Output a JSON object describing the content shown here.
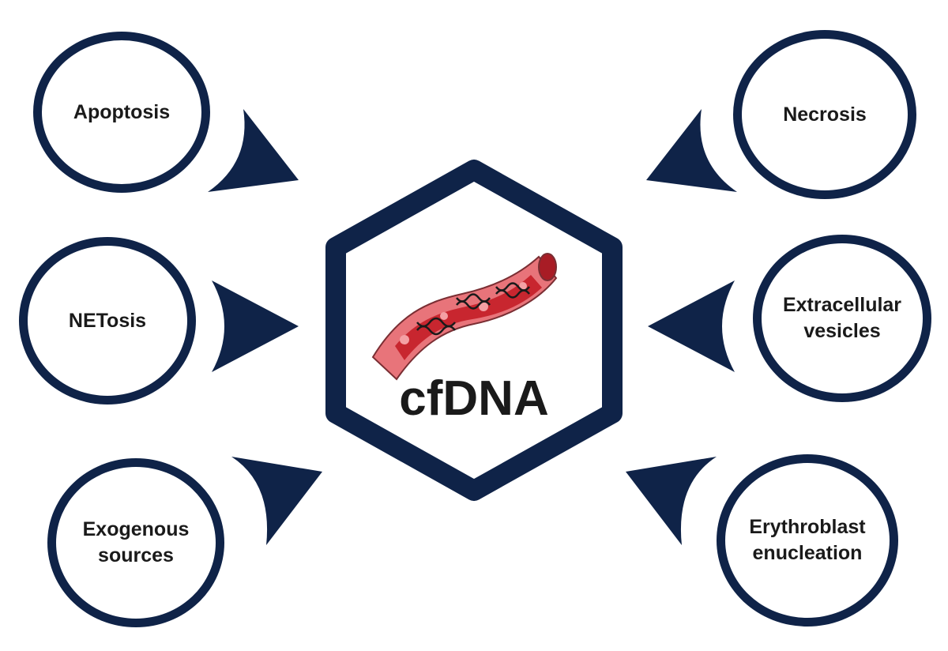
{
  "center": {
    "label": "cfDNA"
  },
  "sources": {
    "apoptosis": "Apoptosis",
    "necrosis": "Necrosis",
    "netosis": "NETosis",
    "extracellular_vesicles": "Extracellular\nvesicles",
    "exogenous_sources": "Exogenous\nsources",
    "erythroblast_enucleation": "Erythroblast\nenucleation"
  },
  "colors": {
    "navy": "#0f2348",
    "vessel_outer": "#e8747a",
    "vessel_inner": "#c8262f",
    "text": "#1a1a1a"
  }
}
